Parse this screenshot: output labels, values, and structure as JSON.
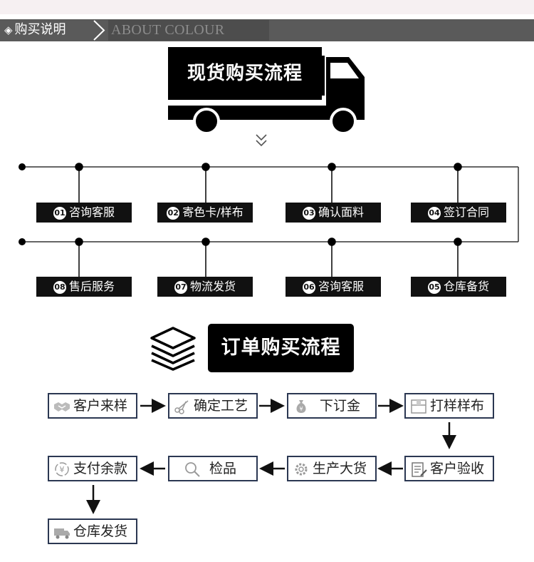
{
  "header": {
    "title": "购买说明",
    "subtitle": "ABOUT COLOUR"
  },
  "stock_flow": {
    "title": "现货购买流程",
    "steps": [
      {
        "num": "01",
        "label": "咨询客服"
      },
      {
        "num": "02",
        "label": "寄色卡/样布"
      },
      {
        "num": "03",
        "label": "确认面料"
      },
      {
        "num": "04",
        "label": "签订合同"
      },
      {
        "num": "05",
        "label": "仓库备货"
      },
      {
        "num": "06",
        "label": "咨询客服"
      },
      {
        "num": "07",
        "label": "物流发货"
      },
      {
        "num": "08",
        "label": "售后服务"
      }
    ]
  },
  "order_flow": {
    "title": "订单购买流程",
    "steps": [
      {
        "label": "客户来样",
        "icon": "handshake-icon"
      },
      {
        "label": "确定工艺",
        "icon": "scissors-icon"
      },
      {
        "label": "下订金",
        "icon": "money-bag-icon"
      },
      {
        "label": "打样样布",
        "icon": "box-icon"
      },
      {
        "label": "客户验收",
        "icon": "document-icon"
      },
      {
        "label": "生产大货",
        "icon": "gear-icon"
      },
      {
        "label": "检品",
        "icon": "magnifier-icon"
      },
      {
        "label": "支付余款",
        "icon": "yuan-coin-icon"
      },
      {
        "label": "仓库发货",
        "icon": "delivery-truck-icon"
      }
    ]
  },
  "colors": {
    "header_bg": "#5a5a5a",
    "box_border": "#2b3752",
    "black": "#000000"
  }
}
